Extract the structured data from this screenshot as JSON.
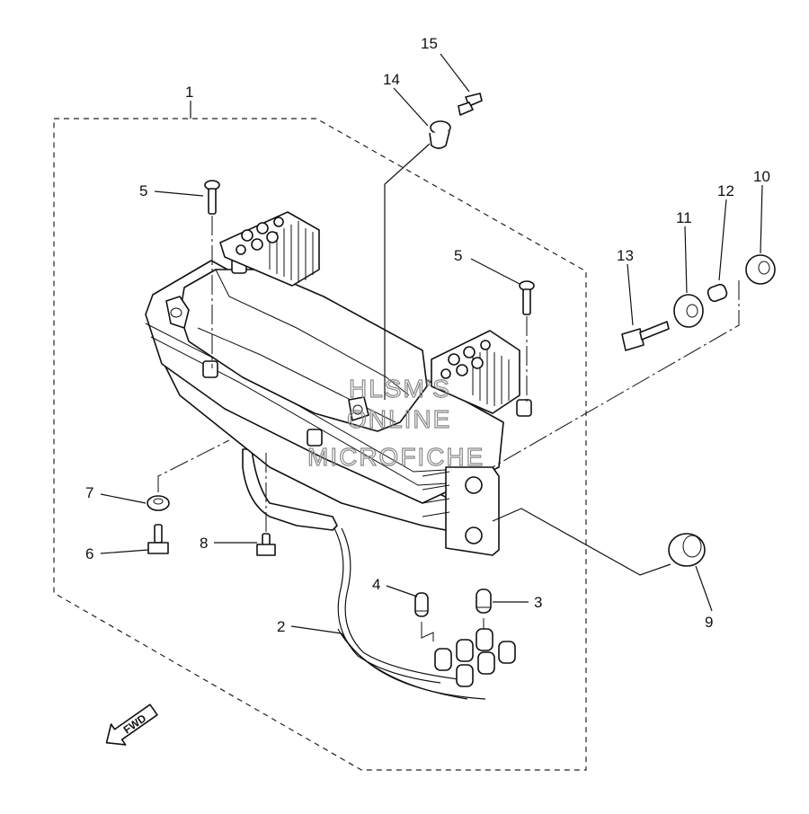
{
  "diagram": {
    "watermark": [
      "HLSM'S",
      "ONLINE",
      "MICROFICHE"
    ],
    "fwd_label": "FWD",
    "callouts": {
      "c1": "1",
      "c2": "2",
      "c3": "3",
      "c4": "4",
      "c5a": "5",
      "c5b": "5",
      "c6": "6",
      "c7": "7",
      "c8": "8",
      "c9": "9",
      "c10": "10",
      "c11": "11",
      "c12": "12",
      "c13": "13",
      "c14": "14",
      "c15": "15"
    }
  }
}
